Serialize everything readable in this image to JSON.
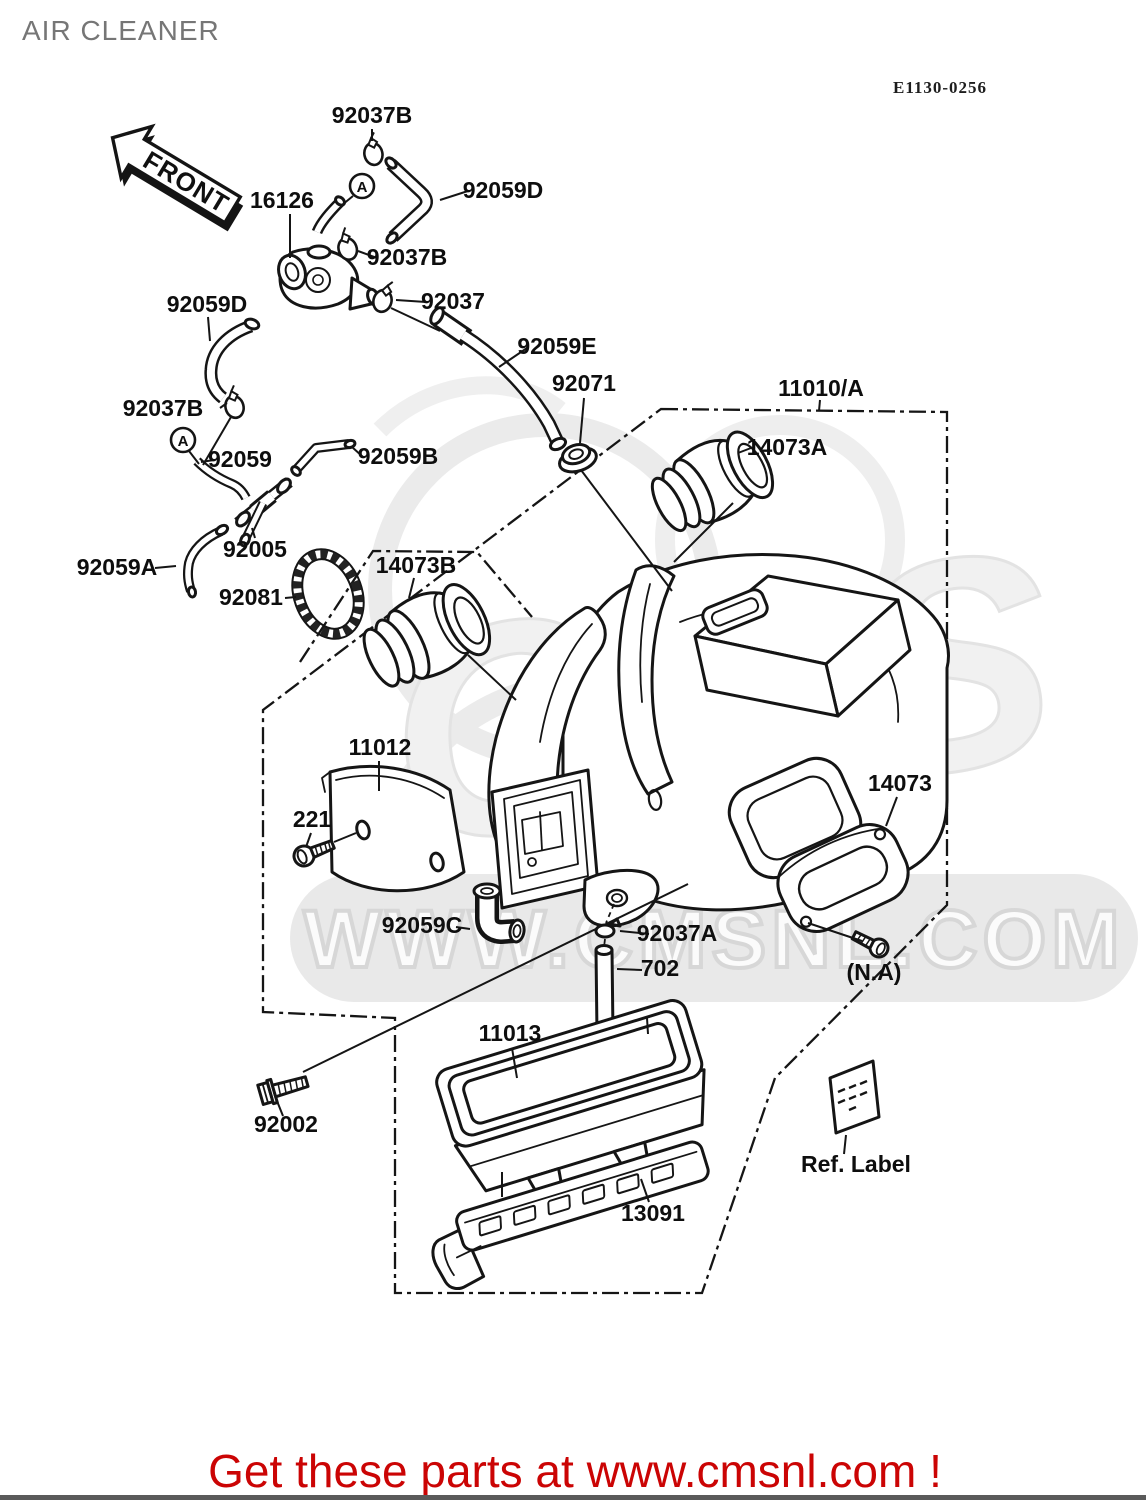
{
  "page": {
    "title": "AIR CLEANER",
    "diagram_code": "E1130-0256",
    "front_marker": "FRONT",
    "detail_marker": "A",
    "footer_promo": "Get these parts at www.cmsnl.com !",
    "watermark_text": "WWW.CMSNL.COM",
    "watermark_monogram": "CMS"
  },
  "callouts": {
    "k92037b_top": "92037B",
    "k92059d_right": "92059D",
    "k16126": "16126",
    "k92037b_mid": "92037B",
    "k92037": "92037",
    "k92059d_left": "92059D",
    "k92059e": "92059E",
    "k92037b_left": "92037B",
    "k92071": "92071",
    "k92059": "92059",
    "k92059b": "92059B",
    "k92005": "92005",
    "k92059a": "92059A",
    "k92081": "92081",
    "k14073b": "14073B",
    "k11010a": "11010/A",
    "k14073a": "14073A",
    "k11012": "11012",
    "k221": "221",
    "k14073": "14073",
    "k92059c": "92059C",
    "k92037a": "92037A",
    "k702": "702",
    "kna": "(N.A)",
    "k11013": "11013",
    "k92002": "92002",
    "k13091": "13091",
    "kref": "Ref. Label"
  }
}
